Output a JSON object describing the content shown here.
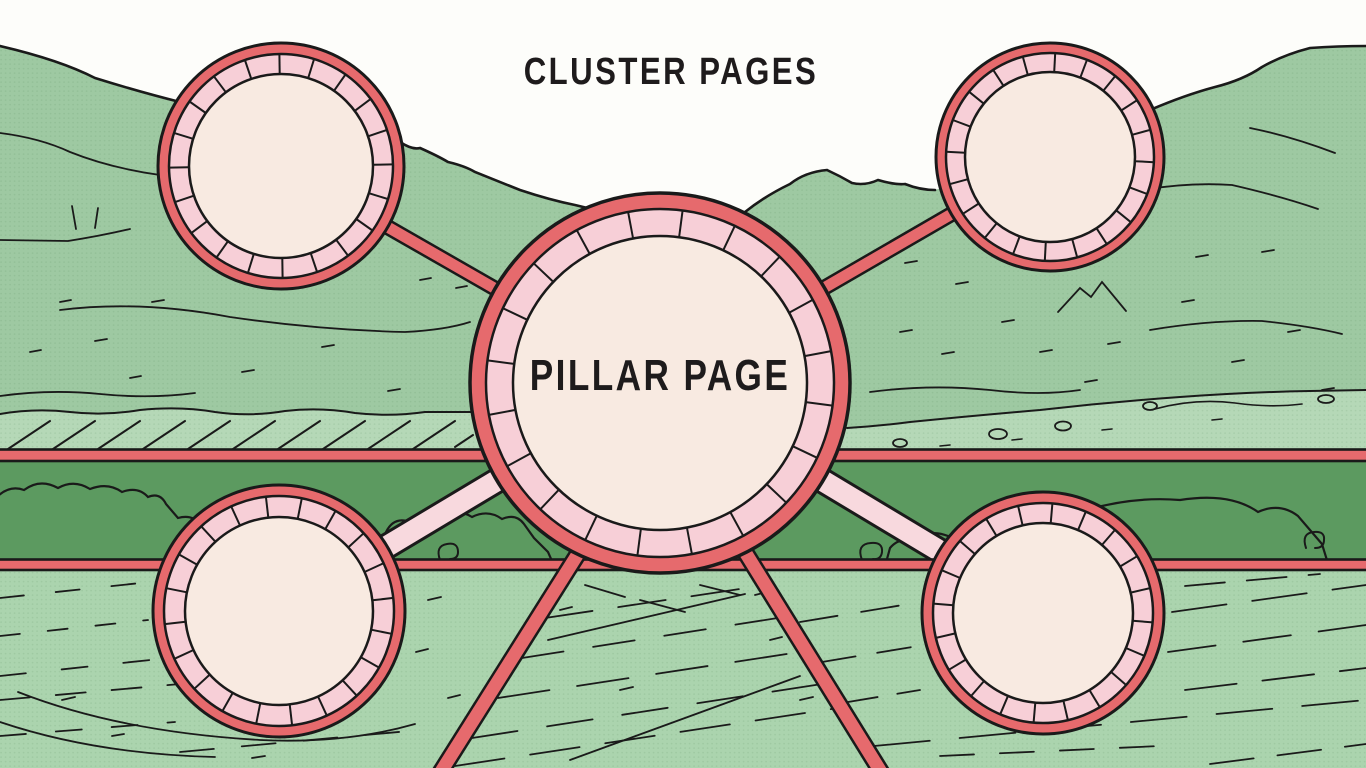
{
  "header": {
    "title": "CLUSTER PAGES"
  },
  "diagram": {
    "center_node": {
      "id": "pillar-page",
      "label": "PILLAR PAGE"
    },
    "cluster_nodes": [
      {
        "id": "cluster-top-left",
        "position": "top-left"
      },
      {
        "id": "cluster-top-right",
        "position": "top-right"
      },
      {
        "id": "cluster-bottom-left",
        "position": "bottom-left"
      },
      {
        "id": "cluster-bottom-right",
        "position": "bottom-right"
      }
    ],
    "connections": [
      {
        "from": "pillar-page",
        "to": "cluster-top-left",
        "style": "road"
      },
      {
        "from": "pillar-page",
        "to": "cluster-top-right",
        "style": "road"
      },
      {
        "from": "pillar-page",
        "to": "cluster-bottom-left",
        "style": "wide-path"
      },
      {
        "from": "pillar-page",
        "to": "cluster-bottom-right",
        "style": "wide-path"
      },
      {
        "from": "pillar-page",
        "to": "bottom-edge-left",
        "style": "road"
      },
      {
        "from": "pillar-page",
        "to": "bottom-edge-right",
        "style": "road"
      }
    ]
  },
  "palette": {
    "sky": "#fdfdfa",
    "hill_green": "#9ec9a2",
    "strip_green": "#b5d8b7",
    "hedge_green": "#5c9a60",
    "field_green": "#abd4ae",
    "road_salmon": "#e66a6d",
    "ring_pink": "#f7cfd7",
    "connector_pink": "#f8d9de",
    "node_cream": "#f8eae1",
    "outline_ink": "#1a1a1a",
    "text_ink": "#1e1b1c"
  }
}
